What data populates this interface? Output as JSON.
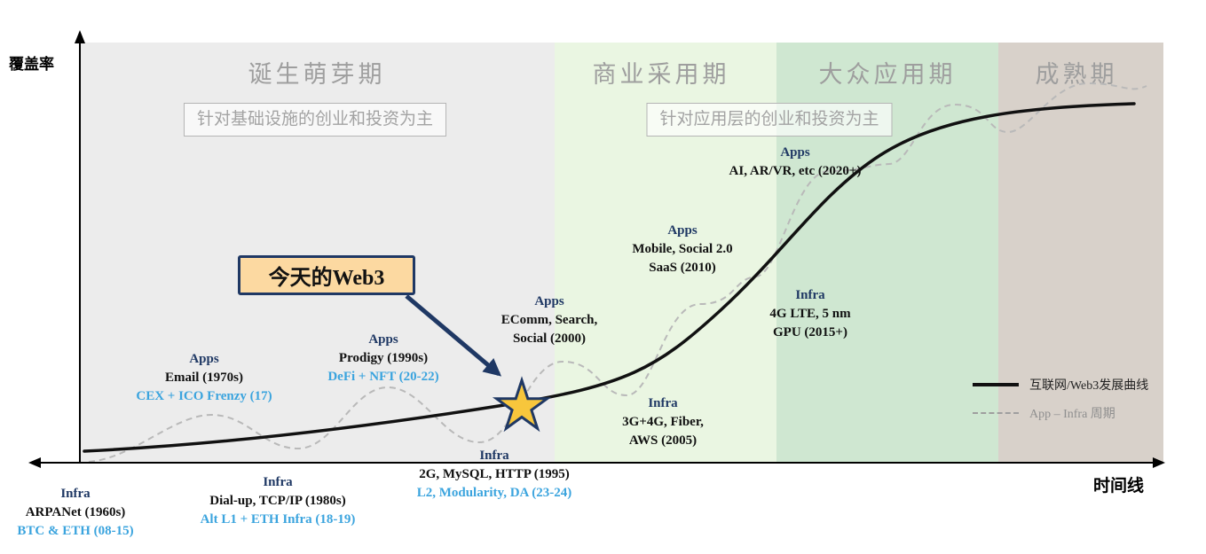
{
  "axes": {
    "y": "覆盖率",
    "x": "时间线"
  },
  "phases": [
    {
      "label": "诞生萌芽期"
    },
    {
      "label": "商业采用期"
    },
    {
      "label": "大众应用期"
    },
    {
      "label": "成熟期"
    }
  ],
  "callouts": {
    "infra_focus": "针对基础设施的创业和投资为主",
    "app_focus": "针对应用层的创业和投资为主",
    "today": "今天的Web3"
  },
  "milestones": [
    {
      "category": "Infra",
      "lines": [
        "ARPANet (1960s)",
        "BTC & ETH (08-15)"
      ]
    },
    {
      "category": "Apps",
      "lines": [
        "Email (1970s)",
        "CEX + ICO Frenzy (17)"
      ]
    },
    {
      "category": "Infra",
      "lines": [
        "Dial-up, TCP/IP (1980s)",
        "Alt L1 + ETH Infra (18-19)"
      ]
    },
    {
      "category": "Apps",
      "lines": [
        "Prodigy (1990s)",
        "DeFi + NFT (20-22)"
      ]
    },
    {
      "category": "Infra",
      "lines": [
        "2G, MySQL, HTTP (1995)",
        "L2, Modularity, DA (23-24)"
      ]
    },
    {
      "category": "Apps",
      "lines": [
        "EComm, Search,",
        "Social (2000)"
      ]
    },
    {
      "category": "Infra",
      "lines": [
        "3G+4G, Fiber,",
        "AWS (2005)"
      ]
    },
    {
      "category": "Apps",
      "lines": [
        "Mobile, Social 2.0",
        "SaaS (2010)"
      ]
    },
    {
      "category": "Infra",
      "lines": [
        "4G LTE, 5 nm",
        "GPU (2015+)"
      ]
    },
    {
      "category": "Apps",
      "lines": [
        "AI, AR/VR, etc (2020+)"
      ]
    }
  ],
  "legend": [
    {
      "label": "互联网/Web3发展曲线",
      "style": "solid"
    },
    {
      "label": "App – Infra 周期",
      "style": "dashed"
    }
  ],
  "colors": {
    "navy": "#1f3864",
    "accent_blue": "#3ba4de",
    "gray_text": "#9e9e9e",
    "star_fill": "#f7c63c",
    "callout_fill": "#fcd9a1",
    "phase_bands": [
      "#ececec",
      "#eaf6e2",
      "#cfe7d1",
      "#d8d1ca"
    ]
  }
}
